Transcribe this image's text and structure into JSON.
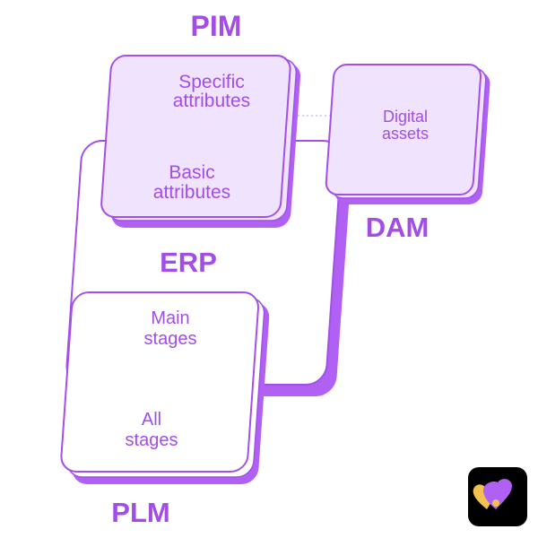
{
  "labels": {
    "pim": "PIM",
    "erp": "ERP",
    "dam": "DAM",
    "plm": "PLM"
  },
  "pim_card": {
    "top_line1": "Specific",
    "top_line2": "attributes",
    "bottom_line1": "Basic",
    "bottom_line2": "attributes"
  },
  "dam_card": {
    "line1": "Digital",
    "line2": "assets"
  },
  "plm_card": {
    "top_line1": "Main",
    "top_line2": "stages",
    "bottom_line1": "All",
    "bottom_line2": "stages"
  },
  "colors": {
    "accent": "#b061f3",
    "stroke": "#a250e8",
    "text": "#a24de6",
    "card_fill": "#efe3fd",
    "white": "#ffffff",
    "badge_bg": "#000000",
    "badge_yellow": "#f2c14e"
  },
  "icons": {
    "logo": "heart-tag-logo-icon"
  }
}
